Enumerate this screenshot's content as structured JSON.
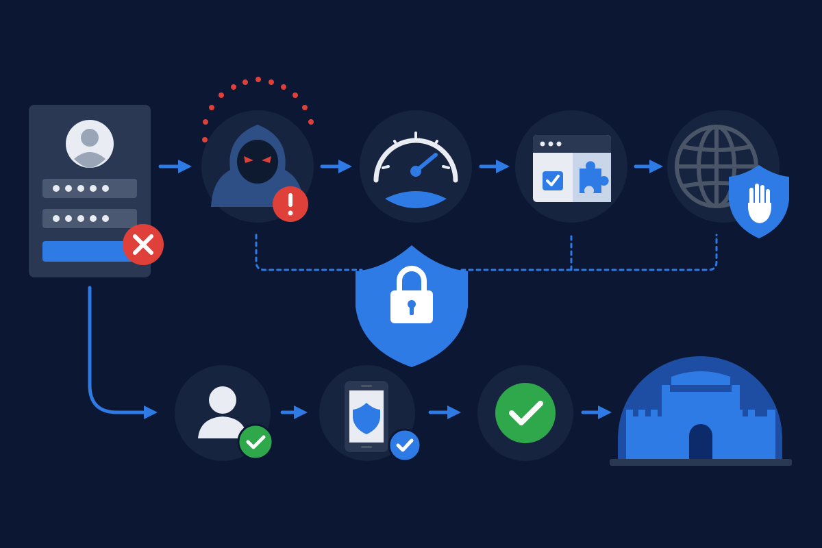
{
  "colors": {
    "background": "#0b1733",
    "node_fill": "#17243f",
    "node_ring": "#1e2d4c",
    "accent_blue": "#2f7be5",
    "accent_blue_light": "#3f8cf0",
    "danger_red": "#e0403a",
    "success_green": "#2ea84a",
    "neutral_light": "#e9edf3",
    "card_fill": "#2a3854"
  },
  "login_card": {
    "avatar_icon": "user-avatar-icon",
    "password_dots_1": "•••••",
    "password_dots_2": "•••••",
    "error_icon": "close-icon"
  },
  "top_flow": [
    {
      "name": "attacker",
      "icon": "hooded-hacker-icon",
      "badge": "!"
    },
    {
      "name": "rate-limit",
      "icon": "speedometer-icon"
    },
    {
      "name": "browser-check",
      "icon": "browser-checkbox-puzzle-icon"
    },
    {
      "name": "web-protection",
      "icon": "globe-shield-hand-icon"
    }
  ],
  "center_guard": {
    "icon": "shield-lock-icon"
  },
  "bottom_flow": [
    {
      "name": "verified-user",
      "icon": "user-check-icon"
    },
    {
      "name": "mobile-verification",
      "icon": "phone-shield-icon"
    },
    {
      "name": "approved",
      "icon": "green-check-icon"
    },
    {
      "name": "secure-access",
      "icon": "castle-dome-icon"
    }
  ]
}
